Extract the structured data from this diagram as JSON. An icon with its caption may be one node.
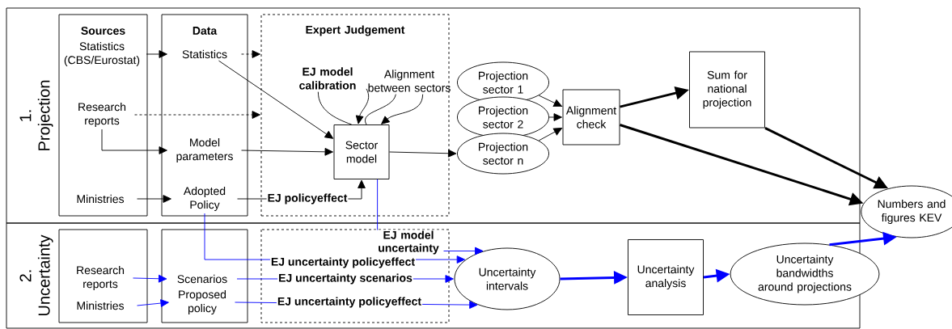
{
  "diagram": {
    "nodes": [
      {
        "text": [
          "1. Projection"
        ]
      },
      {
        "text": [
          "Sources"
        ],
        "in": 0
      },
      {
        "text": [
          "Statistics (CBS/Eurostat)"
        ],
        "in": 1
      },
      {
        "text": [
          "Research reports"
        ],
        "in": 1
      },
      {
        "text": [
          "Ministries"
        ],
        "in": 1
      },
      {
        "text": [
          "Data"
        ],
        "in": 0
      },
      {
        "text": [
          "Statistics"
        ],
        "in": 5
      },
      {
        "text": [
          "Model parameters"
        ],
        "in": 5
      },
      {
        "text": [
          "Adopted Policy"
        ],
        "in": 5
      },
      {
        "text": [
          "Expert Judgement"
        ],
        "in": 0
      },
      {
        "text": [
          "EJ model calibration"
        ],
        "in": 9
      },
      {
        "text": [
          "Alignment between sectors"
        ],
        "in": 9
      },
      {
        "text": [
          "Sector model"
        ],
        "in": 9
      },
      {
        "text": [
          "Projection sector 1"
        ],
        "in": 0
      },
      {
        "text": [
          "Projection sector 2"
        ],
        "in": 0
      },
      {
        "text": [
          "Projection sector n"
        ],
        "in": 0
      },
      {
        "text": [
          "Alignment check"
        ],
        "in": 0
      },
      {
        "text": [
          "Sum for national projection"
        ],
        "in": 0
      },
      {
        "text": [
          "Numbers and figures KEV"
        ]
      },
      {
        "text": [
          "2. Uncertainty"
        ]
      },
      {
        "text": [],
        "shape": "box",
        "in": 19
      },
      {
        "text": [
          "Research reports"
        ],
        "in": 20
      },
      {
        "text": [
          "Ministries"
        ],
        "in": 20
      },
      {
        "text": [],
        "shape": "box",
        "in": 19
      },
      {
        "text": [
          "Scenarios"
        ],
        "in": 23
      },
      {
        "text": [
          "Proposed policy"
        ],
        "in": 23
      },
      {
        "text": [
          "Uncertainty intervals"
        ],
        "in": 19
      },
      {
        "text": [
          "Uncertainty analysis"
        ],
        "in": 19
      },
      {
        "text": [
          "Uncertainty bandwidths around projections"
        ],
        "in": 19
      }
    ],
    "edges": [
      {
        "from": 2,
        "to": 6,
        "arrow": "to"
      },
      {
        "from": 6,
        "to": 9,
        "arrow": "to",
        "style": "dashed"
      },
      {
        "from": 3,
        "to": 9,
        "arrow": "to",
        "style": "dashed"
      },
      {
        "from": 6,
        "to": 12,
        "arrow": "to"
      },
      {
        "from": 3,
        "to": 7,
        "arrow": "to"
      },
      {
        "from": 7,
        "to": 12,
        "arrow": "to"
      },
      {
        "from": 4,
        "to": 8,
        "arrow": "to"
      },
      {
        "from": 8,
        "to": 12,
        "arrow": "to",
        "label": "EJ policyeffect"
      },
      {
        "from": 12,
        "to": 10,
        "arrow": "none"
      },
      {
        "from": 10,
        "to": 12,
        "arrow": "to"
      },
      {
        "from": 12,
        "to": 11,
        "arrow": "none"
      },
      {
        "from": 11,
        "to": 12,
        "arrow": "to"
      },
      {
        "from": 12,
        "to": 15,
        "arrow": "to"
      },
      {
        "from": 13,
        "to": 16,
        "arrow": "to"
      },
      {
        "from": 14,
        "to": 16,
        "arrow": "to"
      },
      {
        "from": 15,
        "to": 16,
        "arrow": "to"
      },
      {
        "from": 16,
        "to": 17,
        "arrow": "to",
        "style": "thick"
      },
      {
        "from": 16,
        "to": 18,
        "arrow": "to",
        "style": "thick"
      },
      {
        "from": 17,
        "to": 18,
        "arrow": "to",
        "style": "thick"
      },
      {
        "from": 21,
        "to": 24,
        "arrow": "to",
        "color": "#0000ff"
      },
      {
        "from": 22,
        "to": 25,
        "arrow": "to",
        "color": "#0000ff"
      },
      {
        "from": 12,
        "to": 26,
        "arrow": "to",
        "color": "#0000ff",
        "label": "EJ model uncertainty"
      },
      {
        "from": 8,
        "to": 26,
        "arrow": "to",
        "color": "#0000ff",
        "label": "EJ uncertainty policyeffect"
      },
      {
        "from": 24,
        "to": 26,
        "arrow": "to",
        "color": "#0000ff",
        "label": "EJ uncertainty scenarios"
      },
      {
        "from": 25,
        "to": 26,
        "arrow": "to",
        "color": "#0000ff",
        "label": "EJ uncertainty policyeffect"
      },
      {
        "from": 26,
        "to": 27,
        "arrow": "to",
        "style": "thick",
        "color": "#0000ff"
      },
      {
        "from": 27,
        "to": 28,
        "arrow": "to",
        "style": "thick",
        "color": "#0000ff"
      },
      {
        "from": 28,
        "to": 18,
        "arrow": "to",
        "style": "thick",
        "color": "#0000ff"
      }
    ]
  }
}
